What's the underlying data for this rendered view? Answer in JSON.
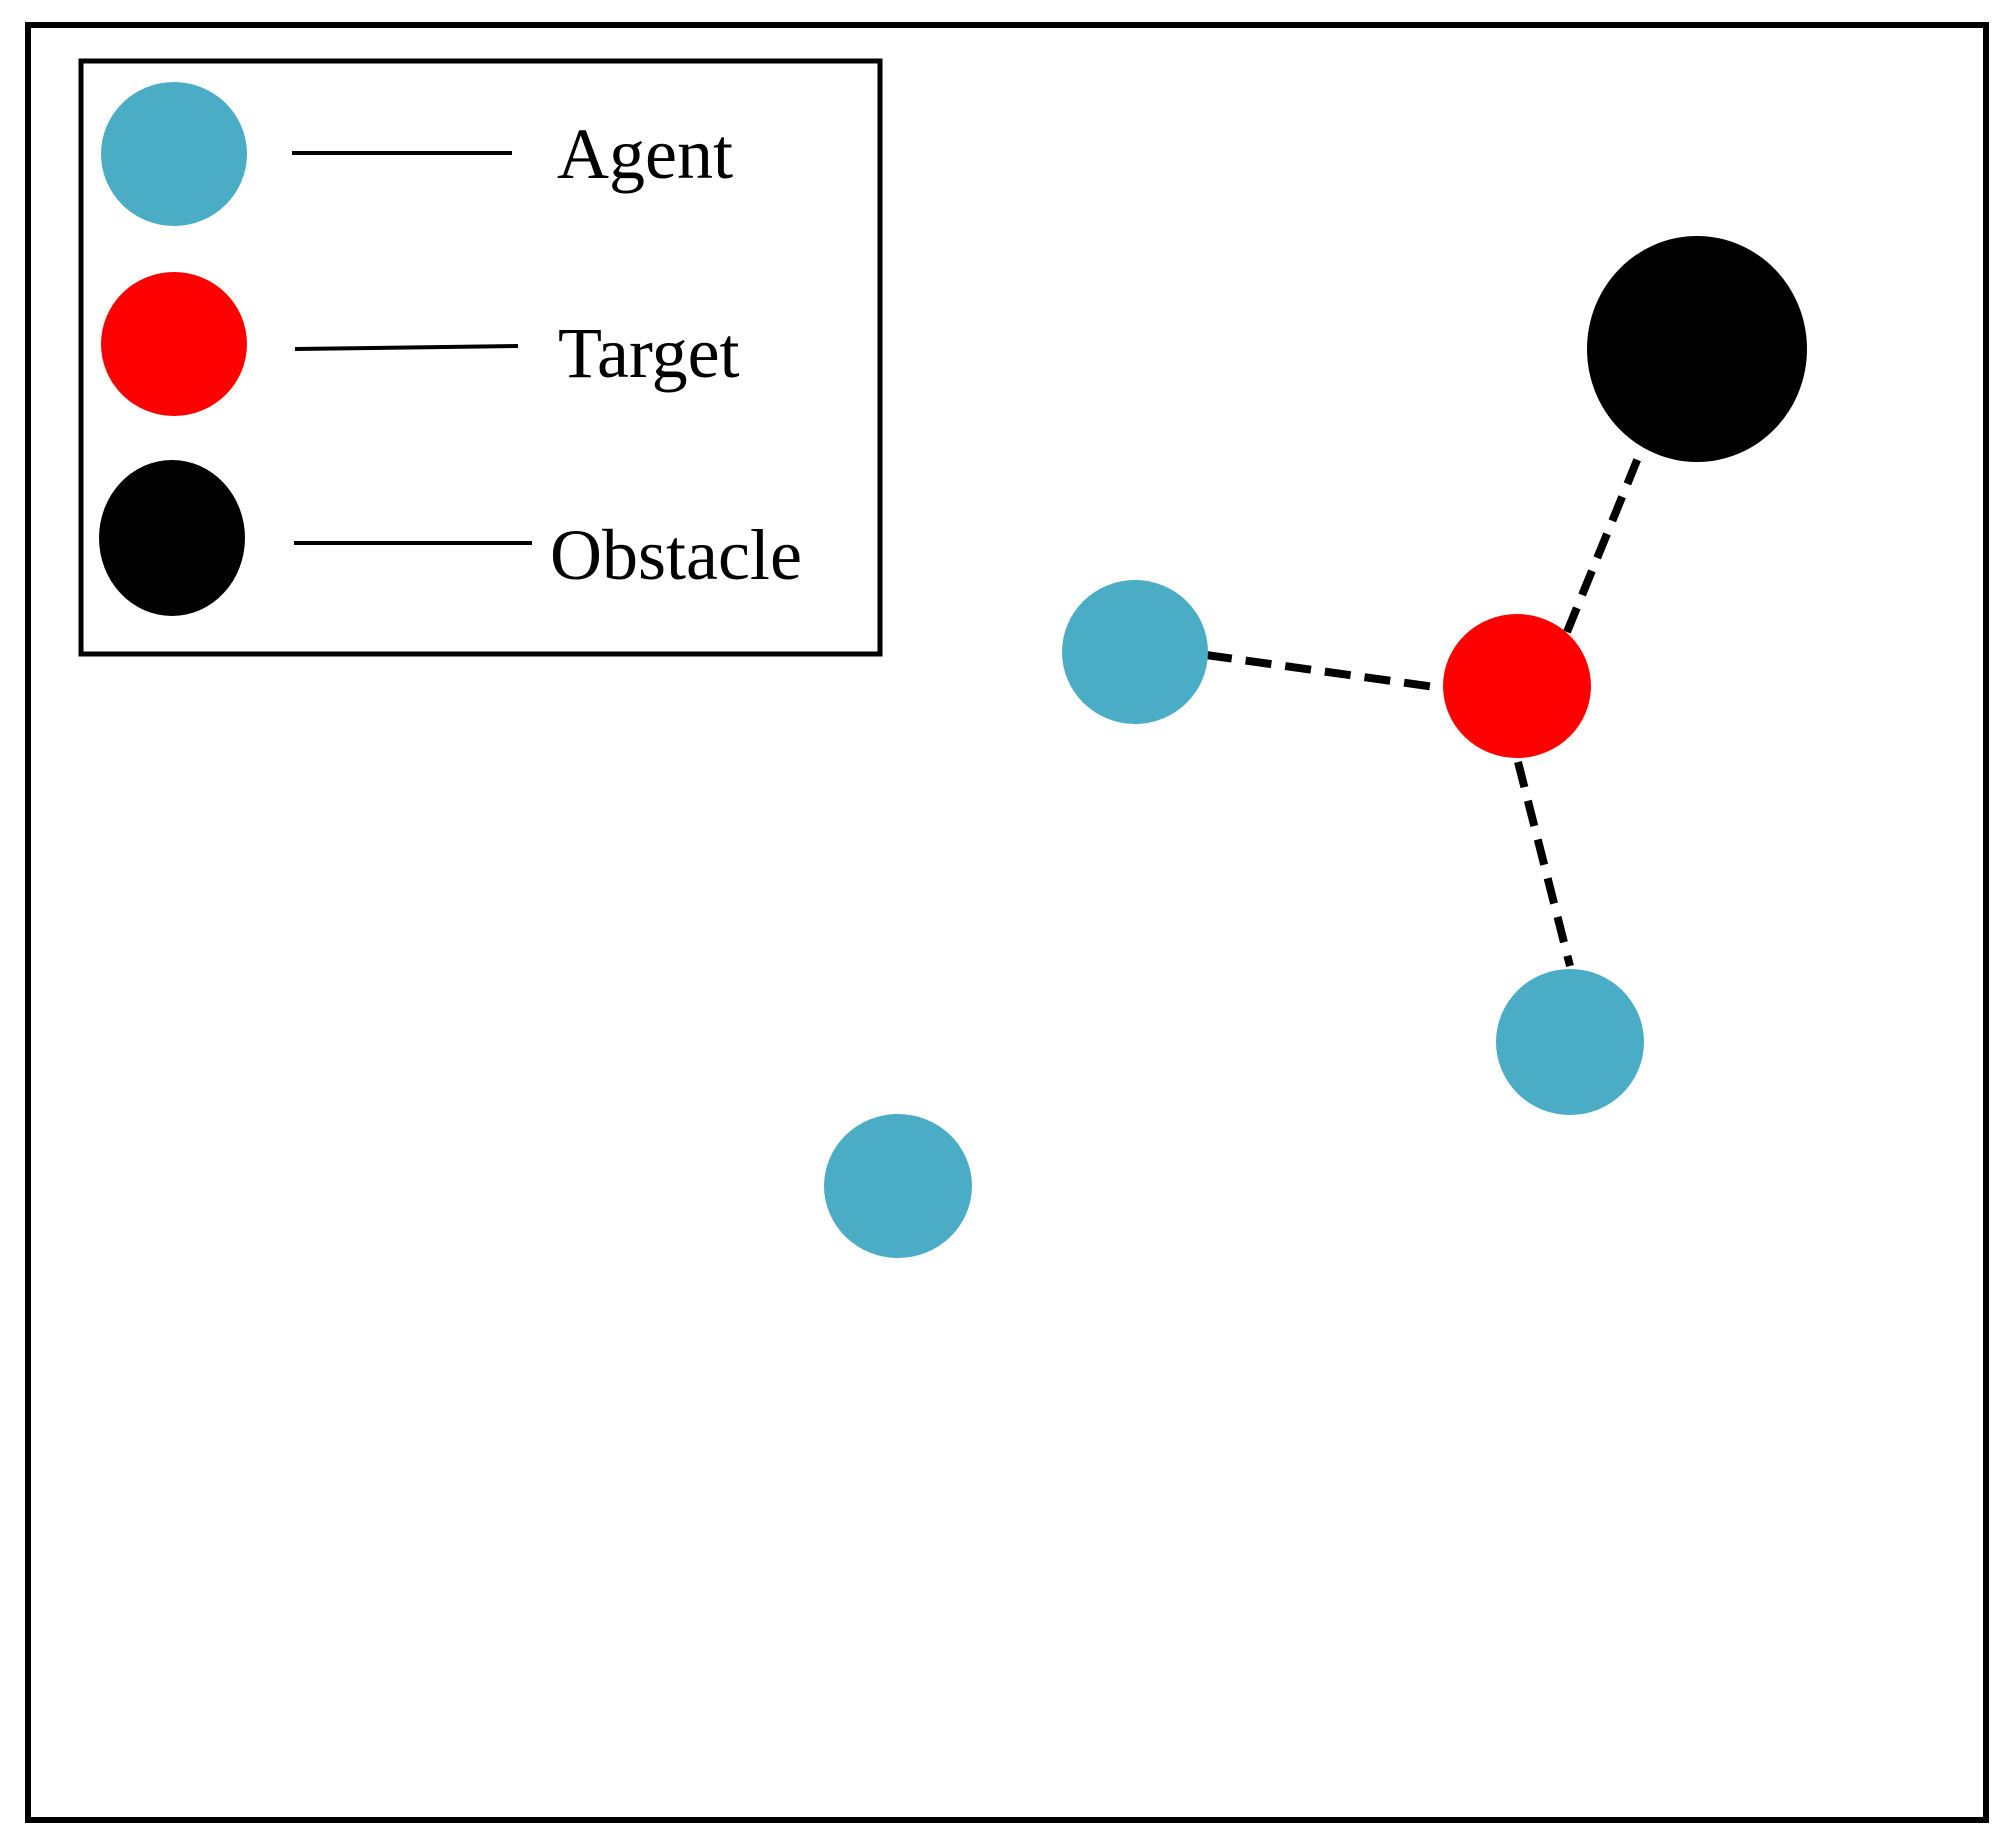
{
  "colors": {
    "agent": "#4BACC6",
    "target": "#FF0000",
    "obstacle": "#000000",
    "frame": "#000000",
    "link": "#000000",
    "background": "#FFFFFF"
  },
  "legend": {
    "items": [
      {
        "key": "agent",
        "label": "Agent",
        "icon": "cyan-circle-icon"
      },
      {
        "key": "target",
        "label": "Target",
        "icon": "red-circle-icon"
      },
      {
        "key": "obstacle",
        "label": "Obstacle",
        "icon": "black-circle-icon"
      }
    ]
  },
  "scene": {
    "agent_count": 3,
    "target_count": 1,
    "obstacle_count": 1,
    "links": [
      {
        "from": "agent-1",
        "to": "target-1",
        "style": "dashed"
      },
      {
        "from": "agent-2",
        "to": "target-1",
        "style": "dashed"
      },
      {
        "from": "obstacle-1",
        "to": "target-1",
        "style": "dashed"
      }
    ]
  }
}
